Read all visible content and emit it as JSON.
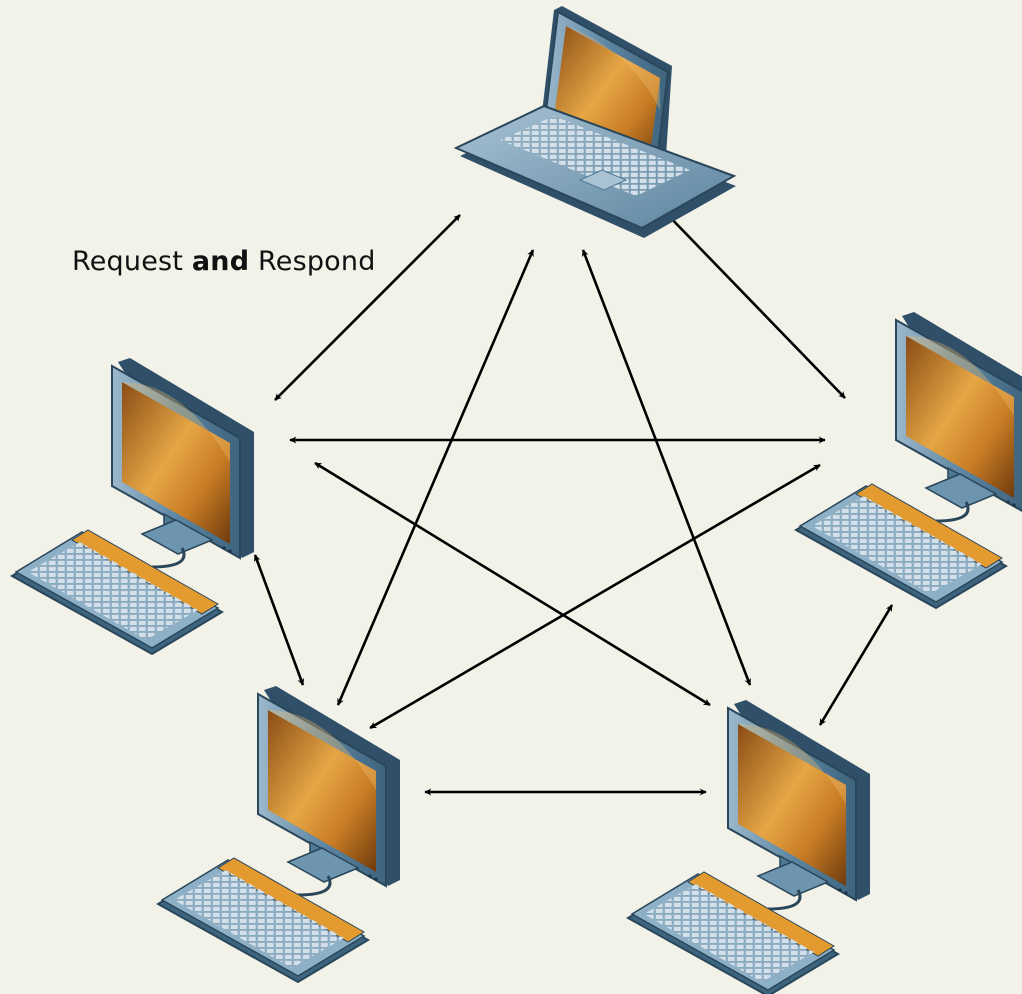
{
  "caption": {
    "prefix": "Request ",
    "emphasis": "and",
    "suffix": " Respond"
  },
  "nodes": [
    {
      "id": "laptop-top",
      "kind": "laptop"
    },
    {
      "id": "desktop-left",
      "kind": "desktop"
    },
    {
      "id": "desktop-right",
      "kind": "desktop"
    },
    {
      "id": "desktop-bottom-left",
      "kind": "desktop"
    },
    {
      "id": "desktop-bottom-right",
      "kind": "desktop"
    }
  ],
  "connections": [
    {
      "from": "laptop-top",
      "to": "desktop-left",
      "direction": "both"
    },
    {
      "from": "laptop-top",
      "to": "desktop-right",
      "direction": "both"
    },
    {
      "from": "laptop-top",
      "to": "desktop-bottom-left",
      "direction": "both"
    },
    {
      "from": "laptop-top",
      "to": "desktop-bottom-right",
      "direction": "both"
    },
    {
      "from": "desktop-left",
      "to": "desktop-right",
      "direction": "both"
    },
    {
      "from": "desktop-left",
      "to": "desktop-bottom-right",
      "direction": "both"
    },
    {
      "from": "desktop-left",
      "to": "desktop-bottom-left",
      "direction": "both"
    },
    {
      "from": "desktop-right",
      "to": "desktop-bottom-left",
      "direction": "both"
    },
    {
      "from": "desktop-right",
      "to": "desktop-bottom-right",
      "direction": "both"
    },
    {
      "from": "desktop-bottom-left",
      "to": "desktop-bottom-right",
      "direction": "both"
    }
  ],
  "colors": {
    "background": "#f3f2e9",
    "arrow": "#000000",
    "device_frame": "#4f7893",
    "device_frame_dark": "#2f5068",
    "screen_light": "#e8a948",
    "screen_dark": "#7a4210",
    "keyboard_accent": "#e39a2f",
    "key": "#c9d7e1"
  }
}
